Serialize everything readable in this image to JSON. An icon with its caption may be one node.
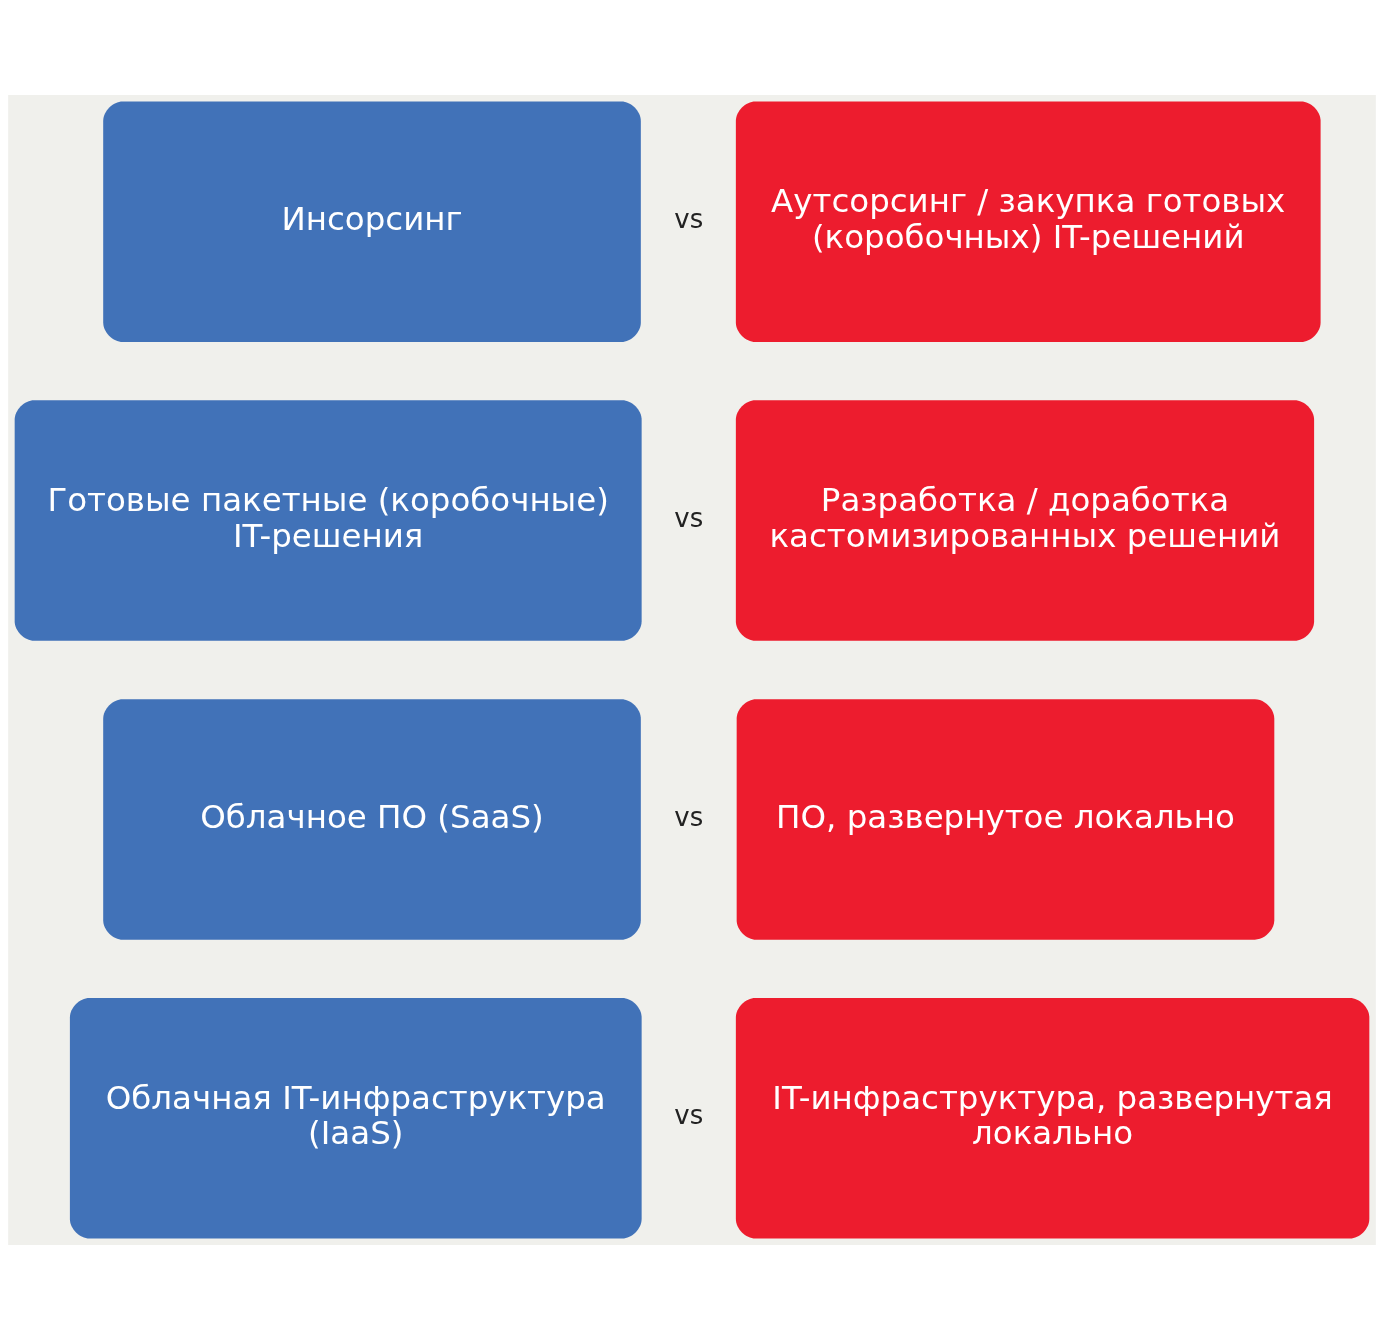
{
  "diagram": {
    "nodes": [
      {
        "text": [
          "Инсорсинг"
        ]
      },
      {
        "text": [
          "Аутсорсинг / закупка готовых (коробочных) IT-решений"
        ]
      },
      {
        "text": [
          "Готовые пакетные (коробочные) IT-решения"
        ]
      },
      {
        "text": [
          "Разработка / доработка кастомизированных решений"
        ]
      },
      {
        "text": [
          "Облачное ПО (SaaS)"
        ]
      },
      {
        "text": [
          "ПО, развернутое локально"
        ]
      },
      {
        "text": [
          "Облачная IT-инфраструктура (IaaS)"
        ]
      },
      {
        "text": [
          "IT-инфраструктура, развернутая локально"
        ]
      }
    ],
    "labels": [
      "vs",
      "vs",
      "vs",
      "vs"
    ]
  }
}
